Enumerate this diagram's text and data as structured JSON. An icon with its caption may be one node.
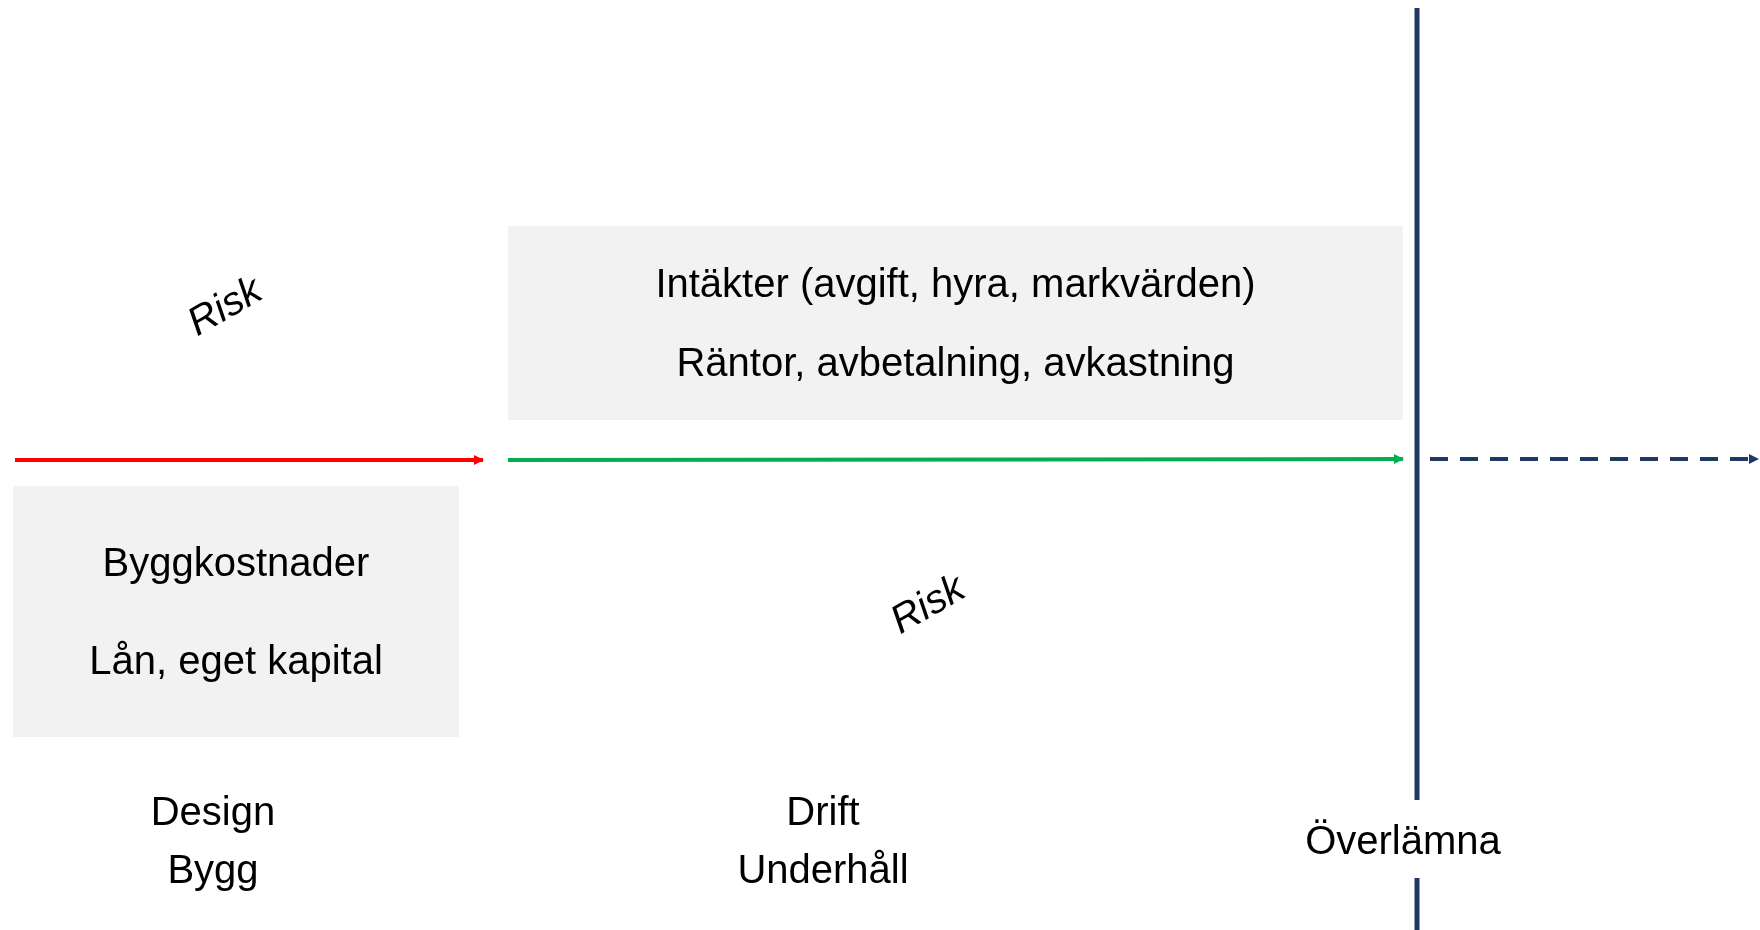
{
  "diagram": {
    "nodes": [
      {
        "text": [
          "Intäkter (avgift, hyra, markvärden)",
          "Räntor, avbetalning, avkastning"
        ]
      },
      {
        "text": [
          "Byggkostnader",
          "Lån, eget kapital"
        ]
      }
    ],
    "labels": [
      "Risk",
      "Risk",
      "Design Bygg",
      "Drift Underhåll",
      "Överlämna"
    ]
  }
}
